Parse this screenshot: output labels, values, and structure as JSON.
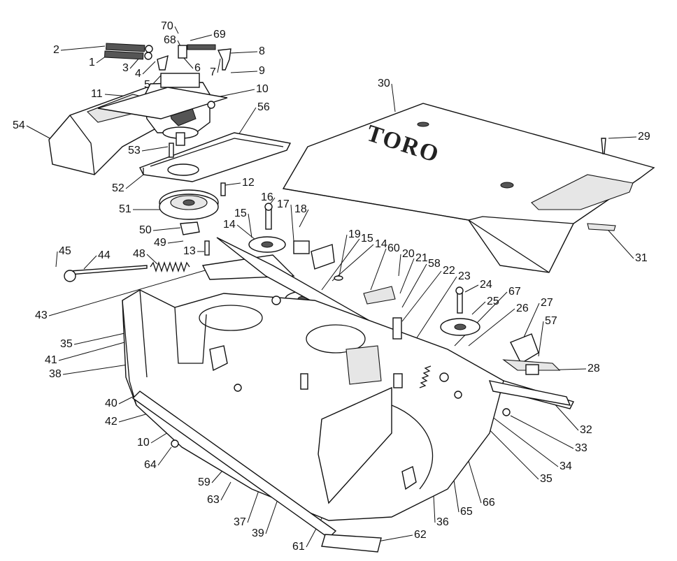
{
  "brand_text": "TORO",
  "callouts": [
    {
      "id": "70",
      "text": "70"
    },
    {
      "id": "69",
      "text": "69"
    },
    {
      "id": "2",
      "text": "2"
    },
    {
      "id": "68",
      "text": "68"
    },
    {
      "id": "8",
      "text": "8"
    },
    {
      "id": "1",
      "text": "1"
    },
    {
      "id": "3",
      "text": "3"
    },
    {
      "id": "4",
      "text": "4"
    },
    {
      "id": "6",
      "text": "6"
    },
    {
      "id": "7",
      "text": "7"
    },
    {
      "id": "9",
      "text": "9"
    },
    {
      "id": "5",
      "text": "5"
    },
    {
      "id": "30",
      "text": "30"
    },
    {
      "id": "10a",
      "text": "10"
    },
    {
      "id": "11",
      "text": "11"
    },
    {
      "id": "56",
      "text": "56"
    },
    {
      "id": "54",
      "text": "54"
    },
    {
      "id": "29",
      "text": "29"
    },
    {
      "id": "53",
      "text": "53"
    },
    {
      "id": "52",
      "text": "52"
    },
    {
      "id": "12",
      "text": "12"
    },
    {
      "id": "16",
      "text": "16"
    },
    {
      "id": "51",
      "text": "51"
    },
    {
      "id": "17",
      "text": "17"
    },
    {
      "id": "18",
      "text": "18"
    },
    {
      "id": "15a",
      "text": "15"
    },
    {
      "id": "31",
      "text": "31"
    },
    {
      "id": "50",
      "text": "50"
    },
    {
      "id": "14a",
      "text": "14"
    },
    {
      "id": "19",
      "text": "19"
    },
    {
      "id": "15b",
      "text": "15"
    },
    {
      "id": "14b",
      "text": "14"
    },
    {
      "id": "60",
      "text": "60"
    },
    {
      "id": "49",
      "text": "49"
    },
    {
      "id": "20",
      "text": "20"
    },
    {
      "id": "21",
      "text": "21"
    },
    {
      "id": "58",
      "text": "58"
    },
    {
      "id": "45",
      "text": "45"
    },
    {
      "id": "44",
      "text": "44"
    },
    {
      "id": "48",
      "text": "48"
    },
    {
      "id": "13",
      "text": "13"
    },
    {
      "id": "22",
      "text": "22"
    },
    {
      "id": "23",
      "text": "23"
    },
    {
      "id": "24",
      "text": "24"
    },
    {
      "id": "67",
      "text": "67"
    },
    {
      "id": "25",
      "text": "25"
    },
    {
      "id": "26",
      "text": "26"
    },
    {
      "id": "27",
      "text": "27"
    },
    {
      "id": "43",
      "text": "43"
    },
    {
      "id": "57",
      "text": "57"
    },
    {
      "id": "35a",
      "text": "35"
    },
    {
      "id": "41",
      "text": "41"
    },
    {
      "id": "28",
      "text": "28"
    },
    {
      "id": "38",
      "text": "38"
    },
    {
      "id": "40",
      "text": "40"
    },
    {
      "id": "32",
      "text": "32"
    },
    {
      "id": "42",
      "text": "42"
    },
    {
      "id": "33",
      "text": "33"
    },
    {
      "id": "10b",
      "text": "10"
    },
    {
      "id": "34",
      "text": "34"
    },
    {
      "id": "64",
      "text": "64"
    },
    {
      "id": "35b",
      "text": "35"
    },
    {
      "id": "59",
      "text": "59"
    },
    {
      "id": "63",
      "text": "63"
    },
    {
      "id": "66",
      "text": "66"
    },
    {
      "id": "65",
      "text": "65"
    },
    {
      "id": "37",
      "text": "37"
    },
    {
      "id": "36",
      "text": "36"
    },
    {
      "id": "39",
      "text": "39"
    },
    {
      "id": "62",
      "text": "62"
    },
    {
      "id": "61",
      "text": "61"
    }
  ]
}
